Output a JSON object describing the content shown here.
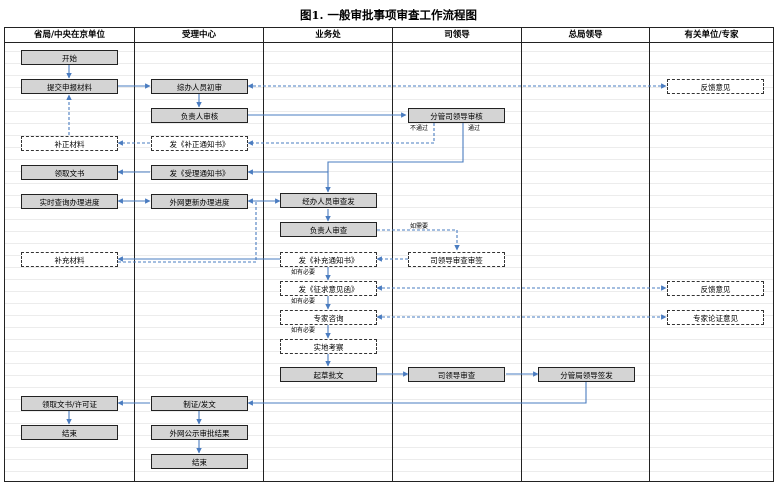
{
  "title": "图1. 一般审批事项审查工作流程图",
  "lanes": [
    "省局/中央在京单位",
    "受理中心",
    "业务处",
    "司领导",
    "总局领导",
    "有关单位/专家"
  ],
  "nodes": {
    "start": "开始",
    "submit": "提交申报材料",
    "clerk_review": "综办人员初审",
    "feedback1": "反馈意见",
    "lead_review": "负责人审核",
    "dept_leader_review": "分管司领导审核",
    "supplement": "补正材料",
    "notice_supplement": "发《补正通知书》",
    "receive_doc": "领取文书",
    "notice_accept": "发《受理通知书》",
    "track_progress": "实时查询办理进度",
    "web_update": "外网更新办理进度",
    "clerk_check": "经办人员审查发",
    "lead_check": "负责人审查",
    "leader_approve": "司领导审查审签",
    "extra_material": "补充材料",
    "notice_extra": "发《补充通知书》",
    "consult_letter": "发《征求意见函》",
    "feedback2": "反馈意见",
    "expert": "专家咨询",
    "expert_opinion": "专家论证意见",
    "onsite": "实地考察",
    "draft": "起草批文",
    "leader_review2": "司领导审查",
    "bureau_sign": "分管局领导签发",
    "get_license": "领取文书/许可证",
    "issue": "制证/发文",
    "end1": "结束",
    "publish": "外网公示审批结果",
    "end2": "结束"
  },
  "labels": {
    "not_pass": "不通过",
    "pass": "通过",
    "if_needed1": "如需要",
    "if_needed2": "如有必要",
    "if_needed3": "如有必要",
    "if_needed4": "如有必要"
  }
}
